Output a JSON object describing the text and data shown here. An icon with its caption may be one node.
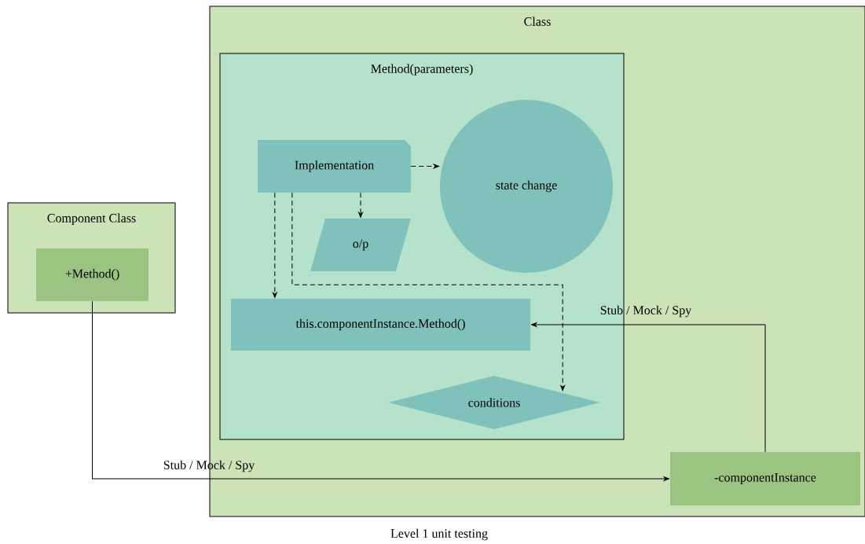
{
  "diagram": {
    "caption": "Level 1 unit testing",
    "nodes": [
      {
        "text": [
          "Class"
        ]
      },
      {
        "text": [
          "Method(parameters)"
        ],
        "in": 0
      },
      {
        "text": [
          "Implementation"
        ],
        "in": 1
      },
      {
        "text": [
          "state change"
        ],
        "in": 1
      },
      {
        "text": [
          "o/p"
        ],
        "in": 1
      },
      {
        "text": [
          "this.componentInstance.Method()"
        ],
        "in": 1
      },
      {
        "text": [
          "conditions"
        ],
        "in": 1
      },
      {
        "text": [
          "-componentInstance"
        ],
        "in": 0
      },
      {
        "text": [
          "Component Class"
        ]
      },
      {
        "text": [
          "+Method()"
        ],
        "in": 8
      }
    ],
    "edges": [
      {
        "from": 2,
        "to": 3,
        "arrow": "to",
        "style": "dashed"
      },
      {
        "from": 2,
        "to": 4,
        "arrow": "to",
        "style": "dashed"
      },
      {
        "from": 2,
        "to": 5,
        "arrow": "to",
        "style": "dashed"
      },
      {
        "from": 2,
        "to": 6,
        "arrow": "to",
        "style": "dashed"
      },
      {
        "from": 7,
        "to": 5,
        "arrow": "to",
        "label": "Stub / Mock / Spy"
      },
      {
        "from": 9,
        "to": 7,
        "arrow": "to",
        "label": "Stub / Mock / Spy"
      }
    ]
  }
}
